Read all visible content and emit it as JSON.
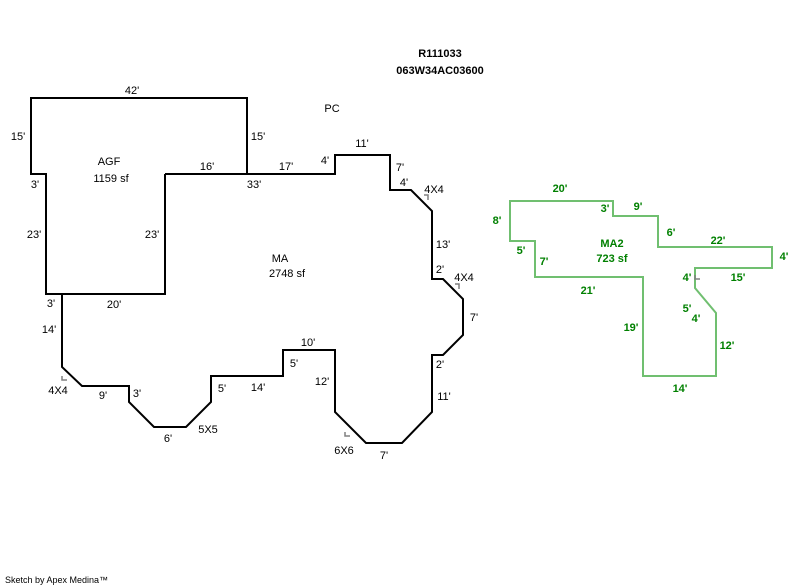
{
  "header": {
    "account": "R111033",
    "map_tax_lot": "063W34AC03600"
  },
  "footer": {
    "credit": "Sketch by Apex Medina™"
  },
  "colors": {
    "main_outline": "#000000",
    "addition_outline": "#70bf70",
    "addition_text": "#008000",
    "corner_marker": "#808080"
  },
  "areas": {
    "agf": {
      "code": "AGF",
      "area": "1159 sf"
    },
    "ma": {
      "code": "MA",
      "area": "2748 sf"
    },
    "pc": {
      "code": "PC"
    },
    "ma2": {
      "code": "MA2",
      "area": "723 sf"
    }
  },
  "agf_dims": [
    "42'",
    "15'",
    "15'",
    "3'",
    "16'",
    "33'",
    "23'",
    "23'",
    "3'",
    "20'"
  ],
  "ma_dims": [
    "17'",
    "4'",
    "11'",
    "7'",
    "4'",
    "13'",
    "2'",
    "7'",
    "2'",
    "11'",
    "7'",
    "12'",
    "10'",
    "5'",
    "14'",
    "5'",
    "6'",
    "3'",
    "9'",
    "14'"
  ],
  "ma_corners": [
    "4X4",
    "4X4",
    "4X4",
    "5X5",
    "6X6"
  ],
  "ma2_dims": [
    "20'",
    "3'",
    "9'",
    "8'",
    "6'",
    "22'",
    "4'",
    "5'",
    "7'",
    "15'",
    "4'",
    "21'",
    "5'",
    "4'",
    "19'",
    "12'",
    "14'"
  ]
}
